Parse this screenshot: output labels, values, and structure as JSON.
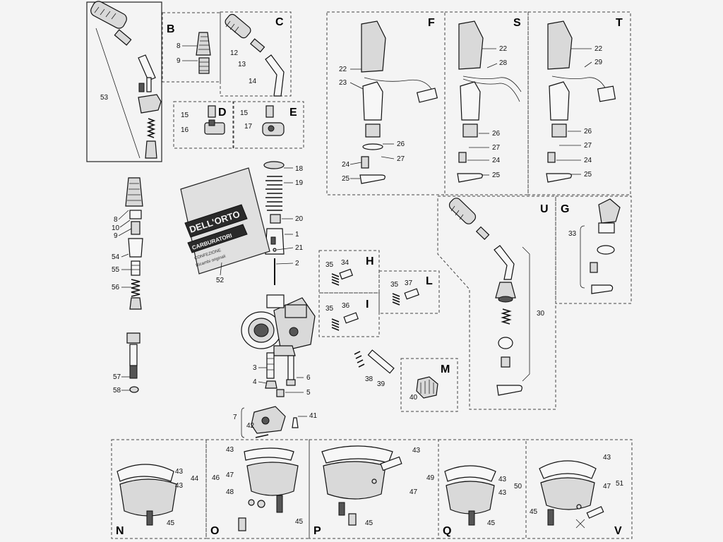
{
  "group_letters": [
    "B",
    "C",
    "D",
    "E",
    "F",
    "S",
    "T",
    "U",
    "G",
    "H",
    "L",
    "I",
    "M",
    "N",
    "O",
    "P",
    "Q",
    "V"
  ],
  "callouts": {
    "n1": "1",
    "n2": "2",
    "n3": "3",
    "n4": "4",
    "n5": "5",
    "n6": "6",
    "n7": "7",
    "n8a": "8",
    "n8b": "8",
    "n9a": "9",
    "n9b": "9",
    "n10": "10",
    "n12": "12",
    "n13": "13",
    "n14": "14",
    "n15a": "15",
    "n15b": "15",
    "n16": "16",
    "n17": "17",
    "n18": "18",
    "n19": "19",
    "n20": "20",
    "n21": "21",
    "n22f": "22",
    "n22s": "22",
    "n22t": "22",
    "n23": "23",
    "n28": "28",
    "n29": "29",
    "n24f": "24",
    "n24s": "24",
    "n24t": "24",
    "n25f": "25",
    "n25s": "25",
    "n25t": "25",
    "n26f": "26",
    "n26s": "26",
    "n26t": "26",
    "n27f": "27",
    "n27s": "27",
    "n27t": "27",
    "n30": "30",
    "n33": "33",
    "n34": "34",
    "n35h": "35",
    "n35l": "35",
    "n35i": "35",
    "n36": "36",
    "n37": "37",
    "n38": "38",
    "n39": "39",
    "n40": "40",
    "n41": "41",
    "n42": "42",
    "n43n": "43",
    "n43o": "43",
    "n43p": "43",
    "n43q": "43",
    "n43v": "43",
    "n44": "44",
    "n45n": "45",
    "n45o": "45",
    "n45p": "45",
    "n45q": "45",
    "n45v": "45",
    "n46": "46",
    "n47o": "47",
    "n47p": "47",
    "n47v": "47",
    "n48": "48",
    "n49": "49",
    "n50": "50",
    "n51": "51",
    "n52": "52",
    "n53": "53",
    "n54": "54",
    "n55": "55",
    "n56": "56",
    "n57": "57",
    "n58": "58"
  },
  "bag": {
    "brand": "DELL'ORTO",
    "subtitle": "CARBURATORI",
    "line1": "CONFEZIONE",
    "line2": "Ricambi originali"
  }
}
